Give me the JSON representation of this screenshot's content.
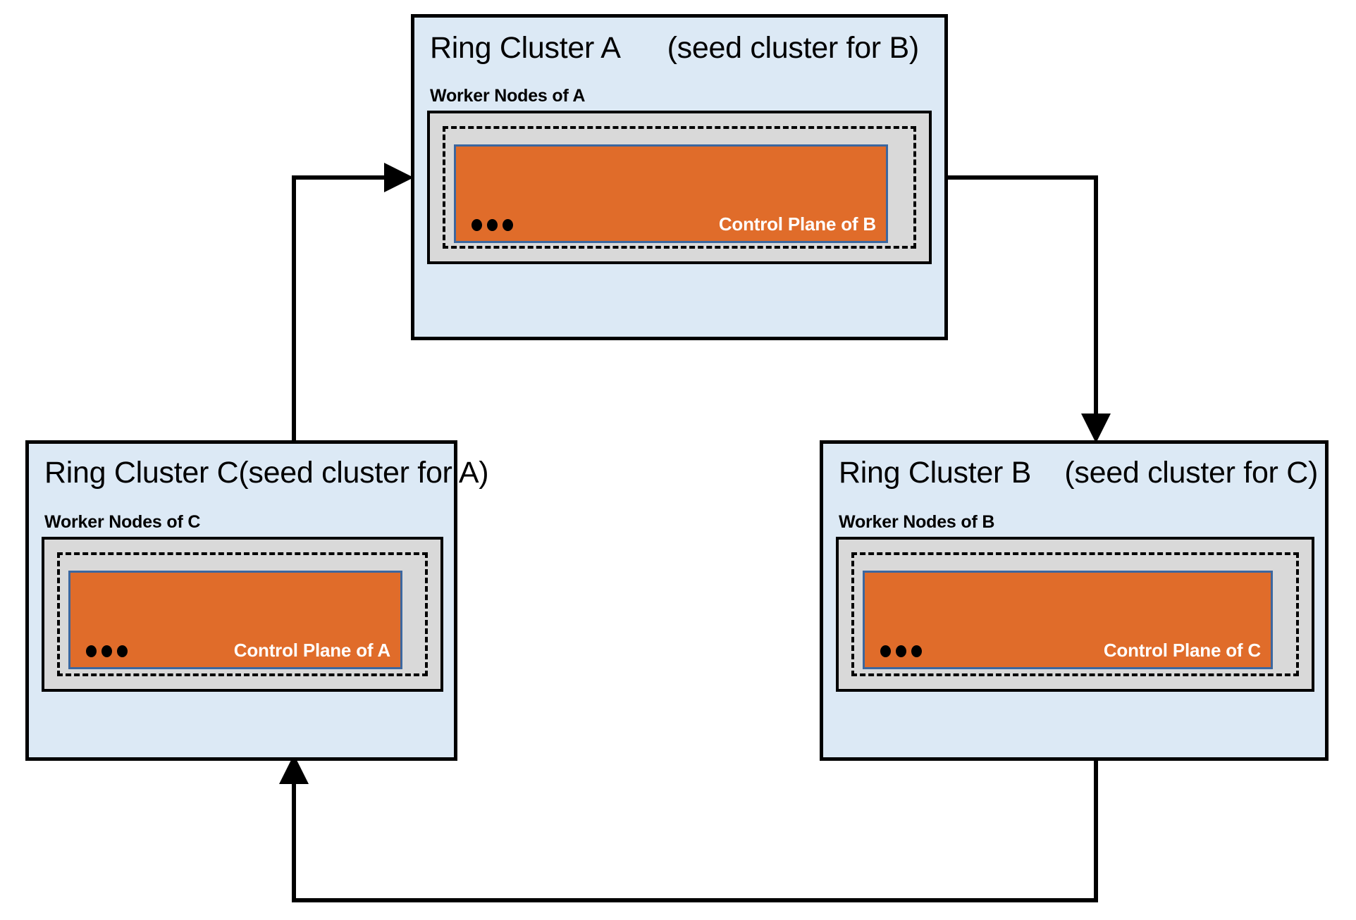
{
  "diagram": {
    "title_text_style": "ring-topology",
    "colors": {
      "cluster_fill": "#dce9f5",
      "worker_fill": "#d9d9d9",
      "control_plane_fill": "#e06c2a",
      "control_plane_border": "#3c679f",
      "outline": "#000000",
      "label_text": "#ffffff"
    },
    "clusters": [
      {
        "id": "A",
        "title": "Ring Cluster A",
        "seed_note": "(seed cluster for B)",
        "worker_label": "Worker Nodes of A",
        "control_plane_label": "Control Plane of B",
        "ellipsis": "•••"
      },
      {
        "id": "C",
        "title": "Ring Cluster C",
        "seed_note": "(seed cluster for A)",
        "worker_label": "Worker Nodes of C",
        "control_plane_label": "Control Plane of A",
        "ellipsis": "•••"
      },
      {
        "id": "B",
        "title": "Ring Cluster B",
        "seed_note": "(seed cluster for C)",
        "worker_label": "Worker Nodes of B",
        "control_plane_label": "Control Plane of C",
        "ellipsis": "•••"
      }
    ],
    "connections": [
      {
        "from": "A",
        "to": "B",
        "name": "arrow-a-to-b"
      },
      {
        "from": "B",
        "to": "C",
        "name": "arrow-b-to-c"
      },
      {
        "from": "C",
        "to": "A",
        "name": "arrow-c-to-a"
      }
    ]
  }
}
